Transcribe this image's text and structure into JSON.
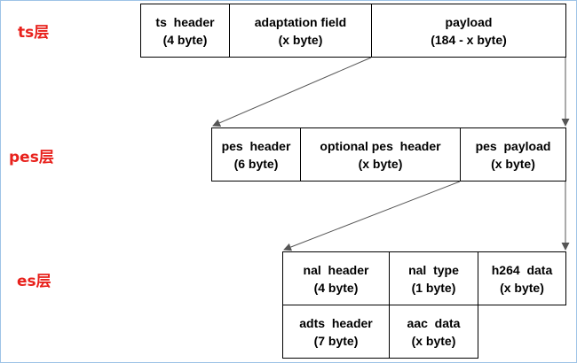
{
  "colors": {
    "layer_label": "#e8211c",
    "border": "#000000",
    "arrow": "#555555",
    "frame": "#9ec3e6"
  },
  "ts_layer": {
    "label": "ts层",
    "cells": [
      {
        "line1": "ts  header",
        "line2": "(4 byte)"
      },
      {
        "line1": "adaptation field",
        "line2": "(x byte)"
      },
      {
        "line1": "payload",
        "line2": "(184 - x byte)"
      }
    ]
  },
  "pes_layer": {
    "label": "pes层",
    "cells": [
      {
        "line1": "pes  header",
        "line2": "(6 byte)"
      },
      {
        "line1": "optional pes  header",
        "line2": "(x byte)"
      },
      {
        "line1": "pes  payload",
        "line2": "(x byte)"
      }
    ]
  },
  "es_layer": {
    "label": "es层",
    "cells": [
      {
        "line1": "nal  header",
        "line2": "(4 byte)"
      },
      {
        "line1": "nal  type",
        "line2": "(1 byte)"
      },
      {
        "line1": "h264  data",
        "line2": "(x byte)"
      },
      {
        "line1": "adts  header",
        "line2": "(7 byte)"
      },
      {
        "line1": "aac  data",
        "line2": "(x byte)"
      }
    ]
  }
}
